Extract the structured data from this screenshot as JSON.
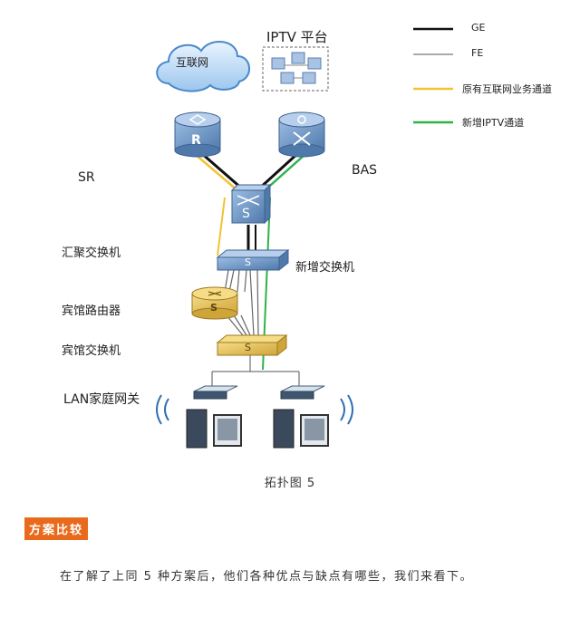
{
  "labels": {
    "internet": "互联网",
    "iptv_platform": "IPTV 平台",
    "sr": "SR",
    "bas": "BAS",
    "aggregation_switch": "汇聚交换机",
    "new_switch": "新增交换机",
    "hotel_router": "宾馆路由器",
    "hotel_switch": "宾馆交换机",
    "lan_gateway": "LAN家庭网关",
    "router_letter": "R",
    "switch_letter": "S"
  },
  "legend": {
    "ge": "GE",
    "fe": "FE",
    "original_channel": "原有互联网业务通道",
    "new_iptv_channel": "新增IPTV通道"
  },
  "colors": {
    "ge": "#111111",
    "fe": "#555555",
    "original_channel": "#f2c232",
    "new_iptv_channel": "#2fb24c",
    "device_blue": "#6d95c4",
    "device_gold": "#e8c55a"
  },
  "caption": "拓扑图 5",
  "section_title": "方案比较",
  "paragraph": "在了解了上同 5 种方案后，他们各种优点与缺点有哪些，我们来看下。"
}
